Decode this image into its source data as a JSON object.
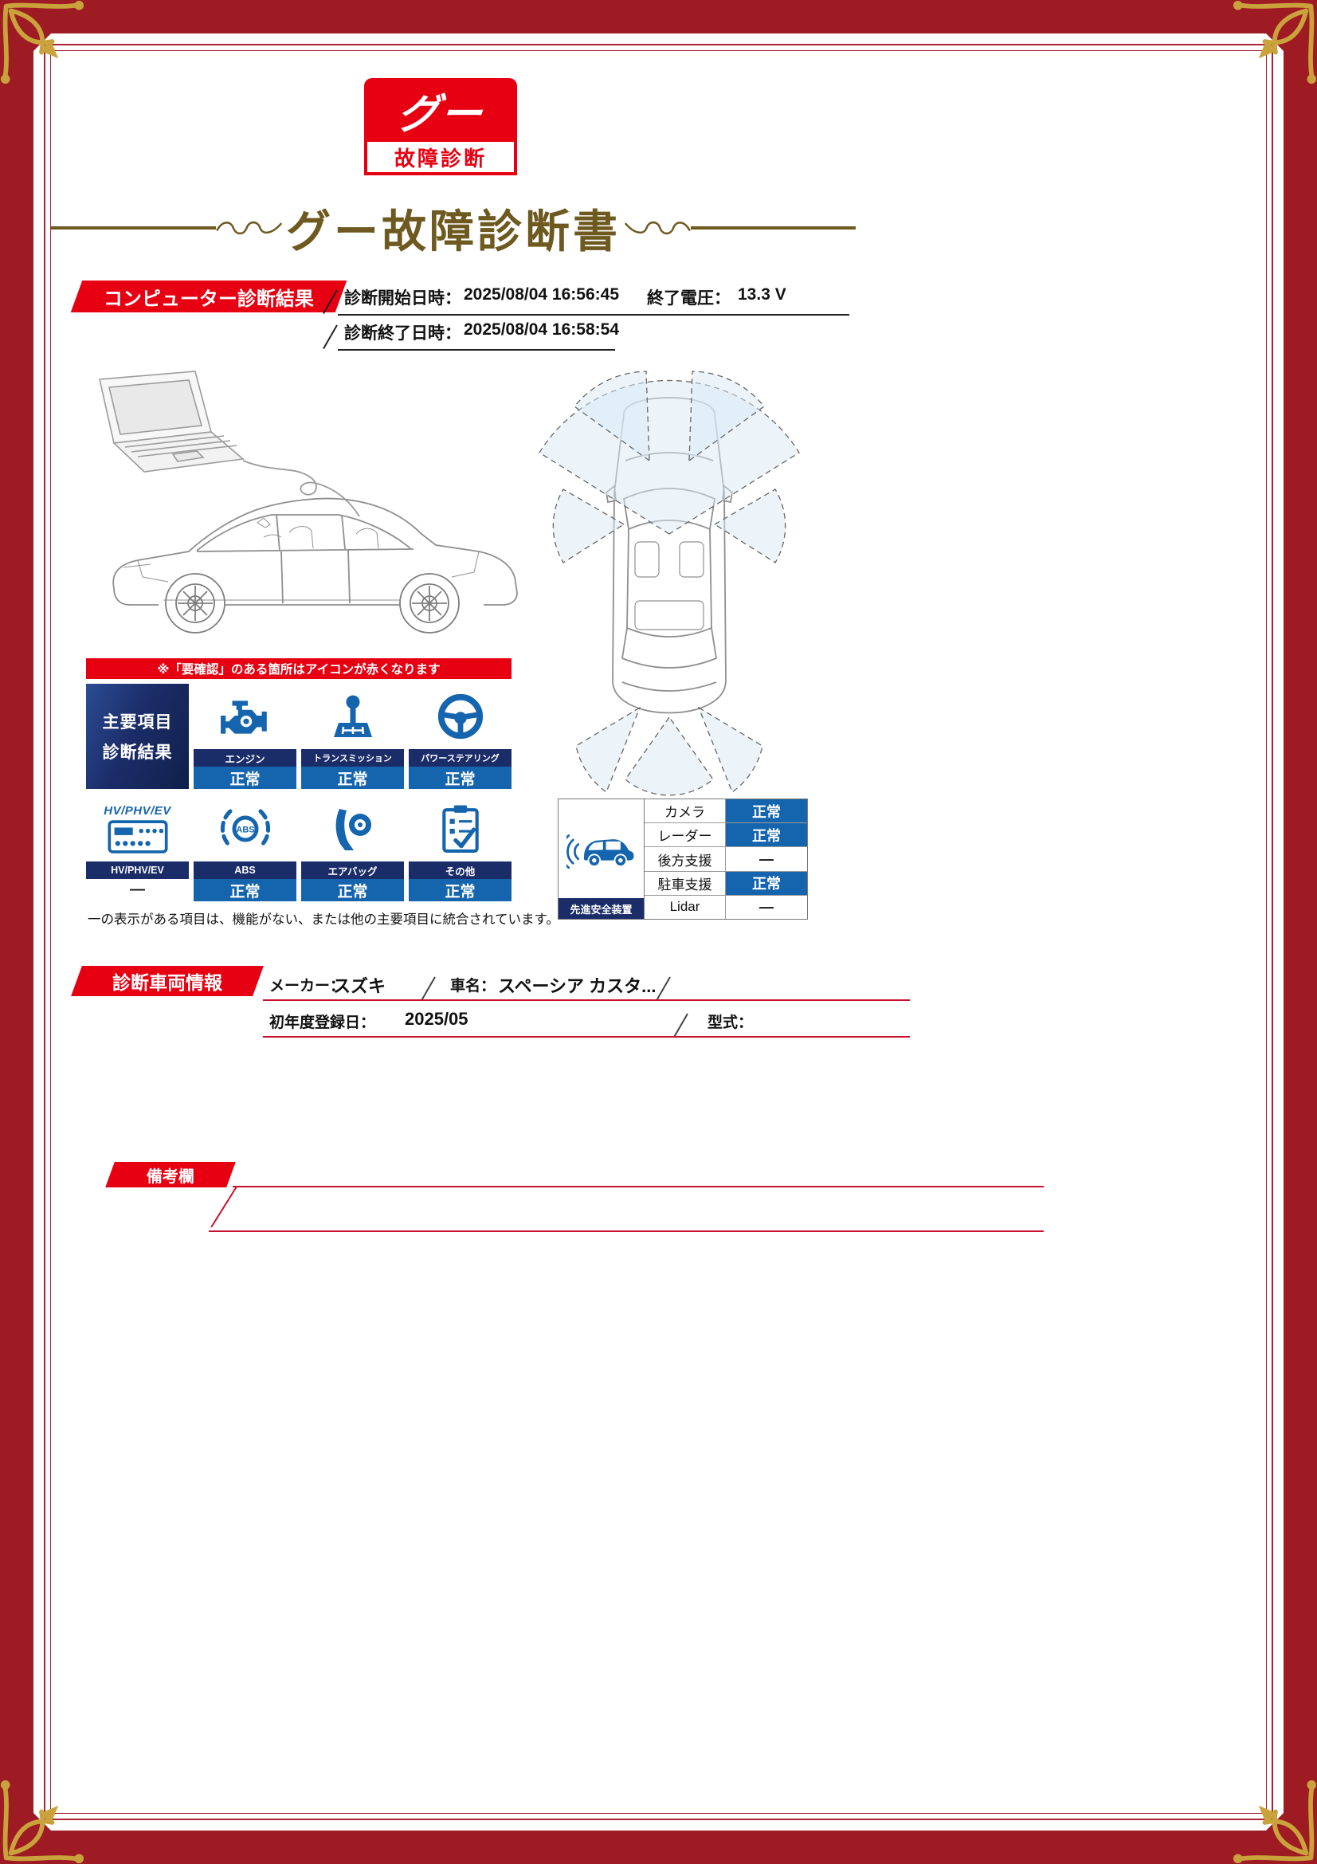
{
  "logo": {
    "top": "グー",
    "bottom": "故障診断"
  },
  "title": "グー故障診断書",
  "computer_diagnosis": {
    "banner": "コンピューター診断結果",
    "start_label": "診断開始日時：",
    "start_value": "2025/08/04 16:56:45",
    "voltage_label": "終了電圧：",
    "voltage_value": "13.3 V",
    "end_label": "診断終了日時：",
    "end_value": "2025/08/04 16:58:54"
  },
  "note_bar": "※「要確認」のある箇所はアイコンが赤くなります",
  "main_grid": {
    "header_line1": "主要項目",
    "header_line2": "診断結果",
    "hv_heading": "HV/PHV/EV",
    "items": [
      {
        "name": "エンジン",
        "status": "正常"
      },
      {
        "name": "トランスミッション",
        "status": "正常"
      },
      {
        "name": "パワーステアリング",
        "status": "正常"
      },
      {
        "name": "HV/PHV/EV",
        "status": "—"
      },
      {
        "name": "ABS",
        "status": "正常"
      },
      {
        "name": "エアバッグ",
        "status": "正常"
      },
      {
        "name": "その他",
        "status": "正常"
      }
    ],
    "footnote": "一の表示がある項目は、機能がない、または他の主要項目に統合されています。"
  },
  "safety": {
    "label": "先進安全装置",
    "rows": [
      {
        "name": "カメラ",
        "status": "正常"
      },
      {
        "name": "レーダー",
        "status": "正常"
      },
      {
        "name": "後方支援",
        "status": "—"
      },
      {
        "name": "駐車支援",
        "status": "正常"
      },
      {
        "name": "Lidar",
        "status": "—"
      }
    ]
  },
  "vehicle": {
    "banner": "診断車両情報",
    "maker_label": "メーカー：",
    "maker_value": "スズキ",
    "name_label": "車名：",
    "name_value": "スペーシア カスタ...",
    "first_reg_label": "初年度登録日：",
    "first_reg_value": "2025/05",
    "model_label": "型式："
  },
  "remarks": {
    "banner": "備考欄"
  },
  "colors": {
    "frame": "#9E1B23",
    "accent_red": "#E60012",
    "navy": "#1B2D69",
    "blue": "#1565AE",
    "title_brown": "#6E5A20"
  }
}
